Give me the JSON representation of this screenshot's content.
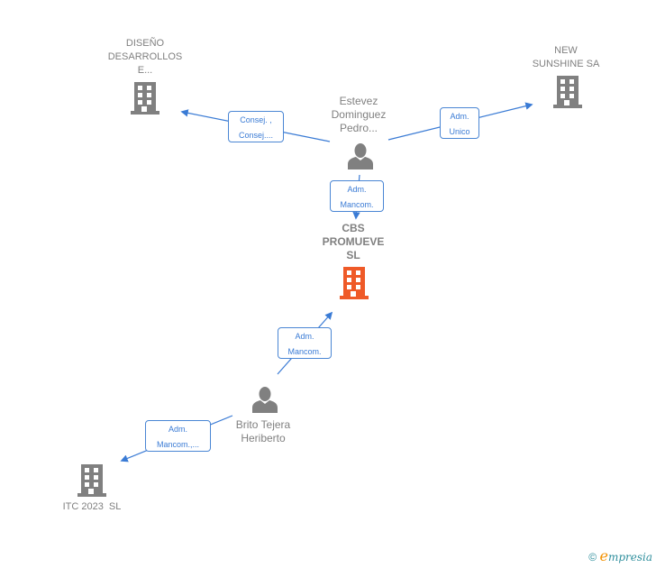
{
  "diagram": {
    "colors": {
      "edge": "#3a7bd5",
      "node_gray": "#808080",
      "focus_company": "#ef5a28",
      "rel_border": "#4a86d4",
      "rel_text": "#3a7bd5"
    },
    "nodes": {
      "disenio": {
        "type": "company",
        "lines": [
          "DISEÑO",
          "DESARROLLOS",
          "E..."
        ]
      },
      "new_sunshine": {
        "type": "company",
        "lines": [
          "NEW",
          "SUNSHINE SA"
        ]
      },
      "estevez": {
        "type": "person",
        "lines": [
          "Estevez",
          "Dominguez",
          "Pedro..."
        ]
      },
      "cbs": {
        "type": "company",
        "focus": true,
        "lines": [
          "CBS",
          "PROMUEVE",
          "SL"
        ]
      },
      "brito": {
        "type": "person",
        "lines": [
          "Brito Tejera",
          "Heriberto"
        ]
      },
      "itc": {
        "type": "company",
        "lines": [
          "ITC 2023  SL"
        ]
      }
    },
    "relations": {
      "estevez_disenio": {
        "from": "estevez",
        "to": "disenio",
        "lines": [
          "Consej. ,",
          "Consej...."
        ]
      },
      "estevez_sunshine": {
        "from": "estevez",
        "to": "new_sunshine",
        "lines": [
          "Adm.",
          "Unico"
        ]
      },
      "estevez_cbs": {
        "from": "estevez",
        "to": "cbs",
        "lines": [
          "Adm.",
          "Mancom."
        ]
      },
      "brito_cbs": {
        "from": "brito",
        "to": "cbs",
        "lines": [
          "Adm.",
          "Mancom."
        ]
      },
      "brito_itc": {
        "from": "brito",
        "to": "itc",
        "lines": [
          "Adm.",
          "Mancom.,..."
        ]
      }
    }
  },
  "footer": {
    "copyright_symbol": "©",
    "brand_initial": "e",
    "brand_rest": "mpresia"
  }
}
